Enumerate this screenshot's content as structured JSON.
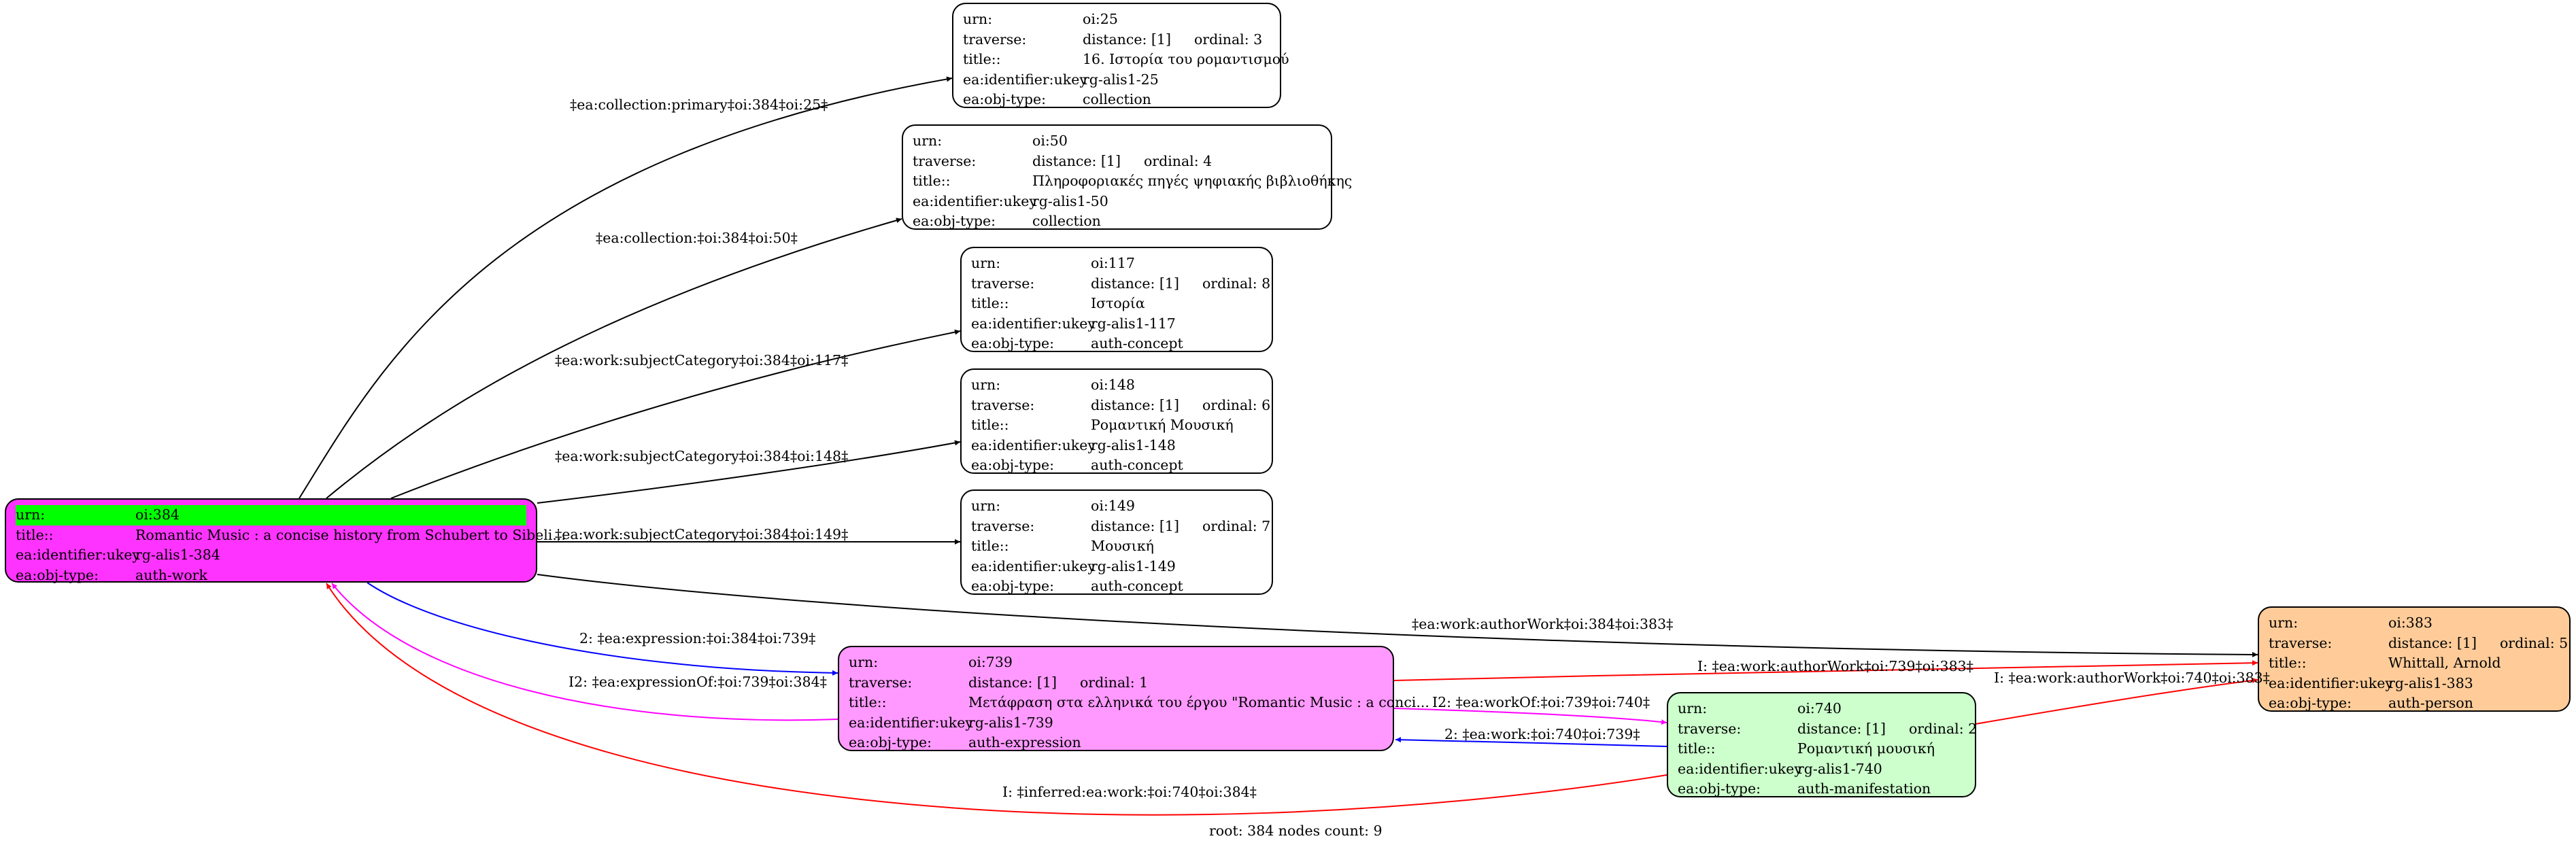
{
  "nodes": {
    "n384": {
      "urn": "oi:384",
      "title": "Romantic Music : a concise history from Schubert to Sibeli...",
      "ukey": "rg-alis1-384",
      "objtype": "auth-work"
    },
    "n25": {
      "urn": "oi:25",
      "distance": "distance: [1]",
      "ordinal": "ordinal: 3",
      "title": "16. Ιστορία του ρομαντισμού",
      "ukey": "rg-alis1-25",
      "objtype": "collection"
    },
    "n50": {
      "urn": "oi:50",
      "distance": "distance: [1]",
      "ordinal": "ordinal: 4",
      "title": "Πληροφοριακές πηγές ψηφιακής βιβλιοθήκης",
      "ukey": "rg-alis1-50",
      "objtype": "collection"
    },
    "n117": {
      "urn": "oi:117",
      "distance": "distance: [1]",
      "ordinal": "ordinal: 8",
      "title": "Ιστορία",
      "ukey": "rg-alis1-117",
      "objtype": "auth-concept"
    },
    "n148": {
      "urn": "oi:148",
      "distance": "distance: [1]",
      "ordinal": "ordinal: 6",
      "title": "Ρομαντική Μουσική",
      "ukey": "rg-alis1-148",
      "objtype": "auth-concept"
    },
    "n149": {
      "urn": "oi:149",
      "distance": "distance: [1]",
      "ordinal": "ordinal: 7",
      "title": "Μουσική",
      "ukey": "rg-alis1-149",
      "objtype": "auth-concept"
    },
    "n739": {
      "urn": "oi:739",
      "distance": "distance: [1]",
      "ordinal": "ordinal: 1",
      "title": "Μετάφραση στα ελληνικά του έργου \"Romantic Music : a conci...",
      "ukey": "rg-alis1-739",
      "objtype": "auth-expression"
    },
    "n740": {
      "urn": "oi:740",
      "distance": "distance: [1]",
      "ordinal": "ordinal: 2",
      "title": "Ρομαντική μουσική",
      "ukey": "rg-alis1-740",
      "objtype": "auth-manifestation"
    },
    "n383": {
      "urn": "oi:383",
      "distance": "distance: [1]",
      "ordinal": "ordinal: 5",
      "title": "Whittall, Arnold",
      "ukey": "rg-alis1-383",
      "objtype": "auth-person"
    }
  },
  "field_labels": {
    "urn": "urn:",
    "traverse": "traverse:",
    "title": "title::",
    "ukey": "ea:identifier:ukey",
    "objtype": "ea:obj-type:"
  },
  "edges": {
    "e1": "‡ea:collection:primary‡oi:384‡oi:25‡",
    "e2": "‡ea:collection:‡oi:384‡oi:50‡",
    "e3": "‡ea:work:subjectCategory‡oi:384‡oi:117‡",
    "e4": "‡ea:work:subjectCategory‡oi:384‡oi:148‡",
    "e5": "‡ea:work:subjectCategory‡oi:384‡oi:149‡",
    "e6": "‡ea:work:authorWork‡oi:384‡oi:383‡",
    "e7": "2: ‡ea:expression:‡oi:384‡oi:739‡",
    "e8": "I2: ‡ea:expressionOf:‡oi:739‡oi:384‡",
    "e9": "I: ‡ea:work:authorWork‡oi:739‡oi:383‡",
    "e10": "I2: ‡ea:workOf:‡oi:739‡oi:740‡",
    "e11": "2: ‡ea:work:‡oi:740‡oi:739‡",
    "e12": "I: ‡ea:work:authorWork‡oi:740‡oi:383‡",
    "e13": "I: ‡inferred:ea:work:‡oi:740‡oi:384‡"
  },
  "footer": "root: 384 nodes count: 9",
  "colors": {
    "root": "#ff33ff",
    "urn_highlight": "#00ff00",
    "expression": "#ff99ff",
    "manifestation": "#ccffcc",
    "person": "#ffcc99",
    "default": "#ffffff",
    "edge_black": "#000000",
    "edge_blue": "#0000ff",
    "edge_magenta": "#ff00ff",
    "edge_red": "#ff0000"
  }
}
